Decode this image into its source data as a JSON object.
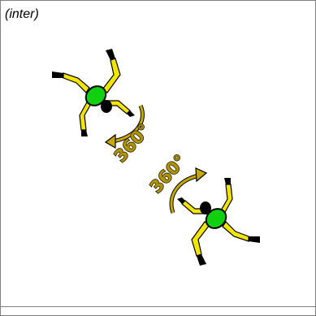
{
  "caption": "(inter)",
  "rotation_top": "360°",
  "rotation_bottom": "360°",
  "colors": {
    "limb": "#f2e600",
    "torso": "#10d010",
    "outline": "#000000",
    "arrow": "#c8a800",
    "label": "#b09400",
    "frame": "#808080"
  }
}
